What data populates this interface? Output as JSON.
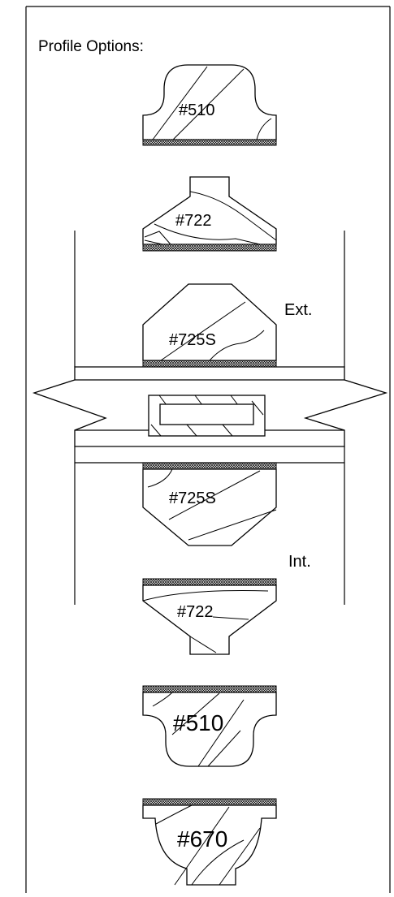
{
  "title": "Profile Options:",
  "profiles": [
    {
      "id": "p510-top",
      "label": "#510"
    },
    {
      "id": "p722-top",
      "label": "#722"
    },
    {
      "id": "p725s-ext",
      "label": "#725S"
    },
    {
      "id": "p725s-int",
      "label": "#725S"
    },
    {
      "id": "p722-bottom",
      "label": "#722"
    },
    {
      "id": "p510-bottom",
      "label": "#510"
    },
    {
      "id": "p670-bottom",
      "label": "#670"
    }
  ],
  "side_labels": {
    "exterior": "Ext.",
    "interior": "Int."
  }
}
